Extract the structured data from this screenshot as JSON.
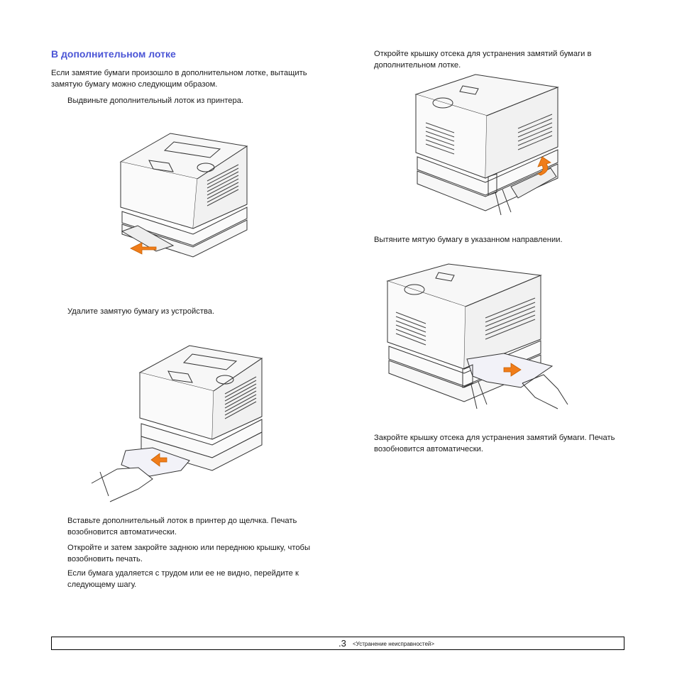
{
  "left_column": {
    "heading": "В дополнительном лотке",
    "intro": "Если замятие бумаги произошло в дополнительном лотке, вытащить замятую бумагу можно следующим образом.",
    "step1": "Выдвиньте дополнительный лоток из принтера.",
    "step2": "Удалите замятую бумагу из устройства.",
    "step3": "Вставьте дополнительный лоток в принтер до щелчка. Печать возобновится автоматически.",
    "step4": "Откройте и затем закройте заднюю или переднюю крышку, чтобы возобновить печать.",
    "step5": "Если бумага удаляется с трудом или ее не видно, перейдите к следующему шагу."
  },
  "right_column": {
    "step6": "Откройте крышку отсека для устранения замятий бумаги в дополнительном лотке.",
    "step7": "Вытяните мятую бумагу в указанном направлении.",
    "step8": "Закройте крышку отсека для устранения замятий бумаги. Печать возобновится автоматически."
  },
  "footer": {
    "page_number": ".3",
    "section": "<Устранение неисправностей>"
  },
  "colors": {
    "heading": "#4b55d6",
    "arrow": "#f07d1a"
  }
}
